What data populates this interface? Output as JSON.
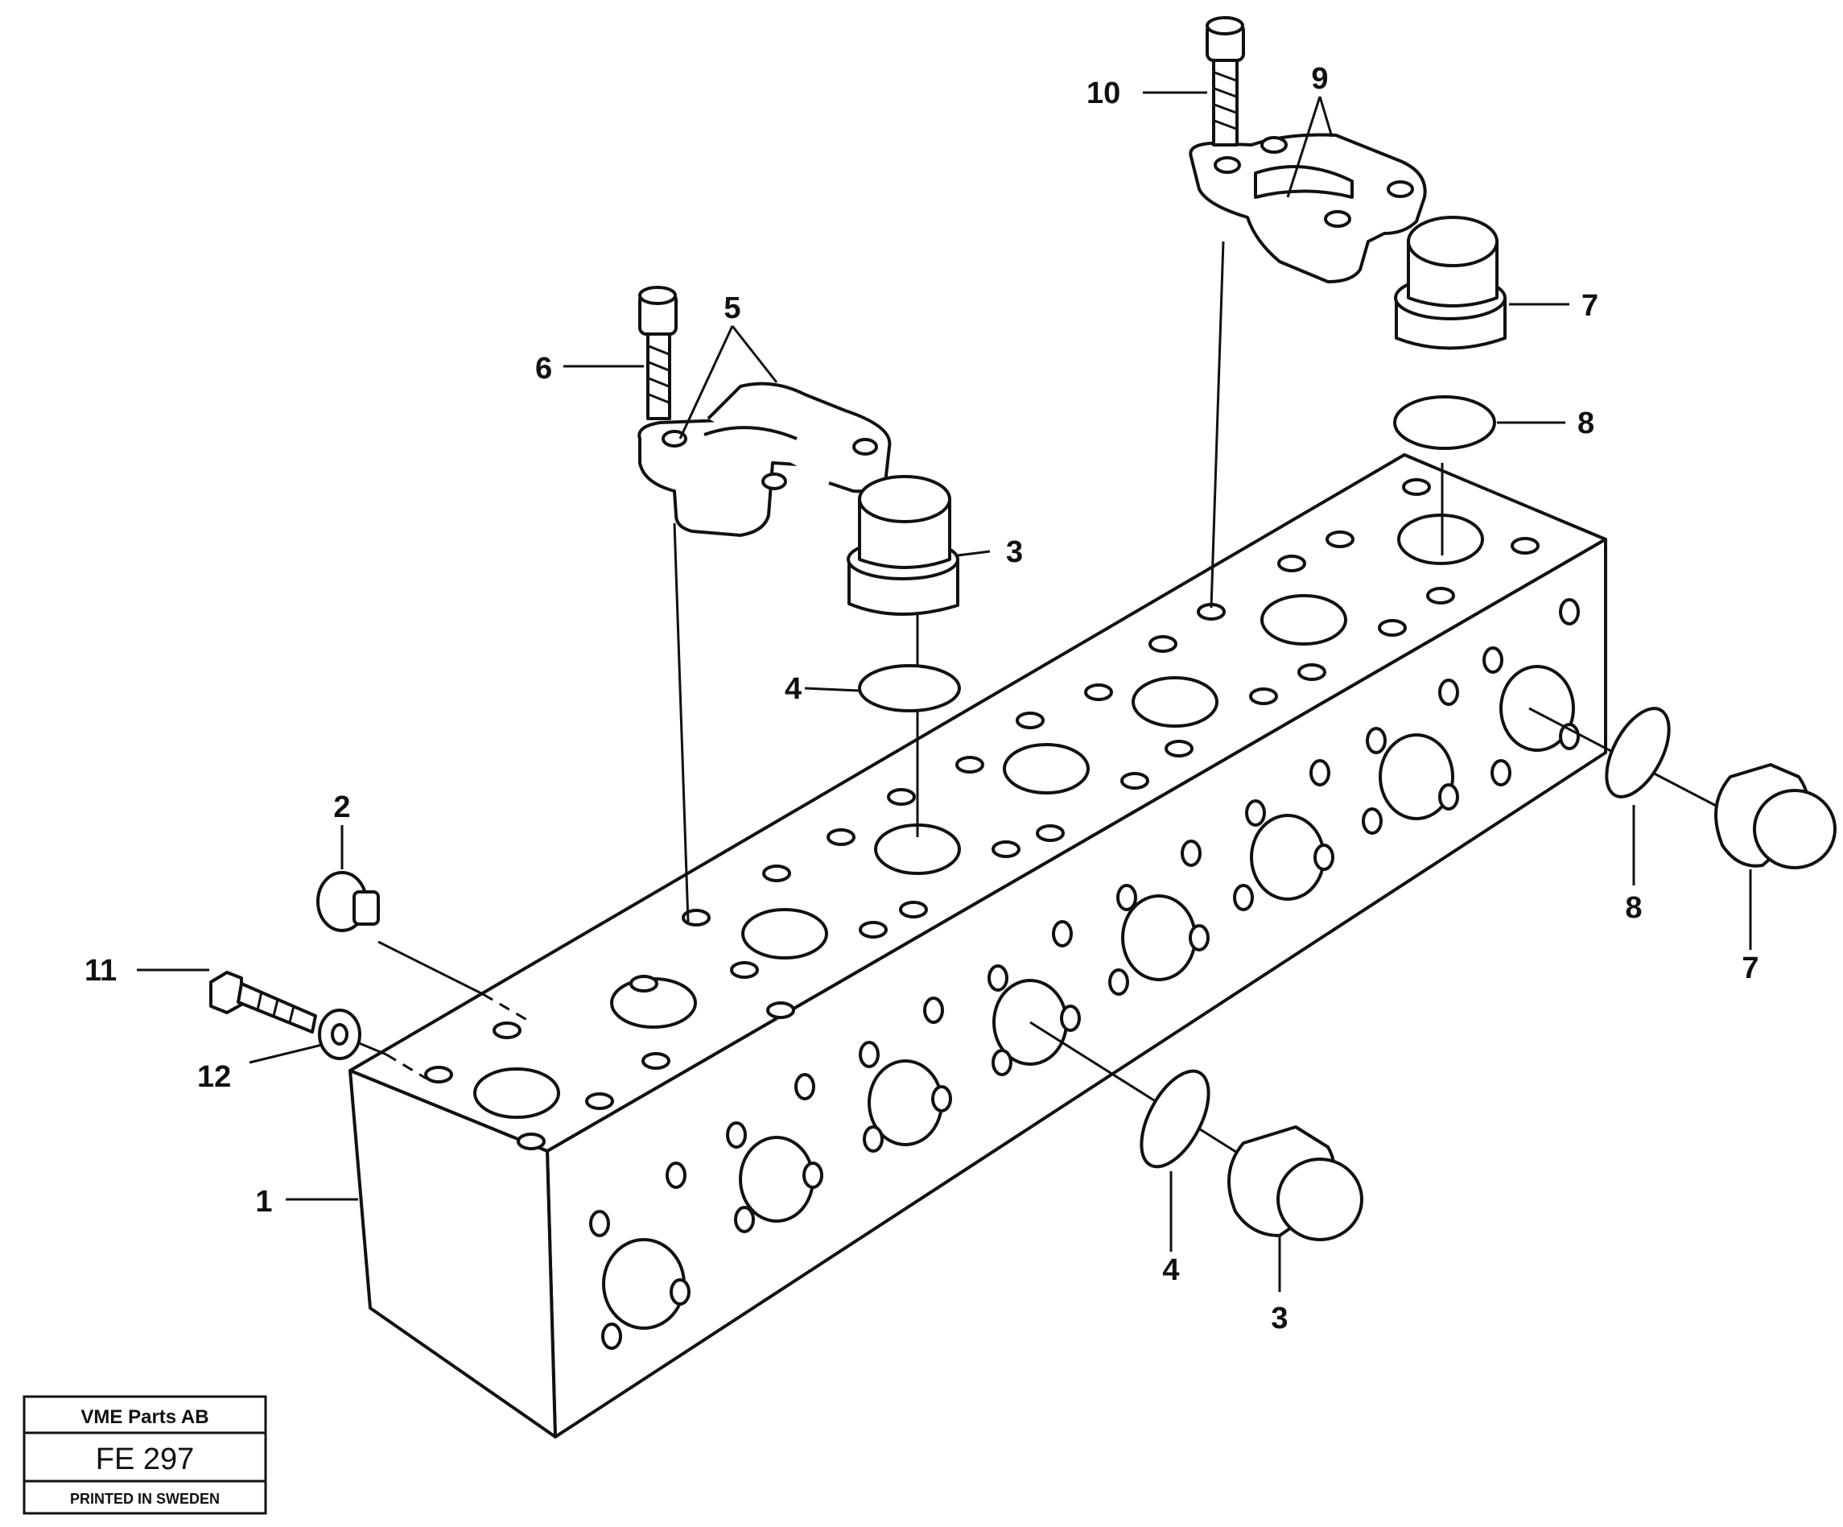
{
  "title_block": {
    "company": "VME Parts AB",
    "code": "FE 297",
    "footer": "PRINTED IN SWEDEN"
  },
  "callouts": [
    {
      "id": "c1",
      "text": "1"
    },
    {
      "id": "c2",
      "text": "2"
    },
    {
      "id": "c3a",
      "text": "3"
    },
    {
      "id": "c3b",
      "text": "3"
    },
    {
      "id": "c4a",
      "text": "4"
    },
    {
      "id": "c4b",
      "text": "4"
    },
    {
      "id": "c5",
      "text": "5"
    },
    {
      "id": "c6",
      "text": "6"
    },
    {
      "id": "c7a",
      "text": "7"
    },
    {
      "id": "c7b",
      "text": "7"
    },
    {
      "id": "c8a",
      "text": "8"
    },
    {
      "id": "c8b",
      "text": "8"
    },
    {
      "id": "c9",
      "text": "9"
    },
    {
      "id": "c10",
      "text": "10"
    },
    {
      "id": "c11",
      "text": "11"
    },
    {
      "id": "c12",
      "text": "12"
    }
  ]
}
